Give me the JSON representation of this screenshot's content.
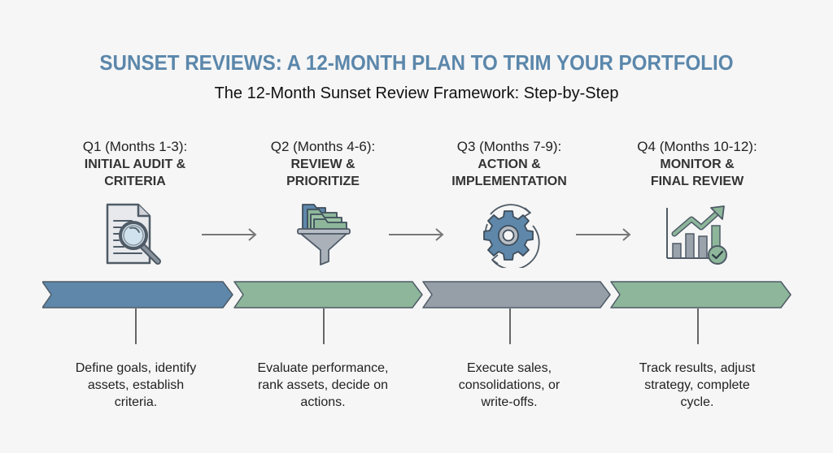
{
  "title": "SUNSET REVIEWS: A 12-MONTH PLAN TO TRIM YOUR PORTFOLIO",
  "subtitle": "The 12-Month Sunset Review Framework: Step-by-Step",
  "colors": {
    "title": "#5b87ab",
    "blue": "#5e87aa",
    "green": "#8db69a",
    "gray": "#969ea8",
    "outline": "#4f5b66"
  },
  "phases": [
    {
      "quarter": "Q1 (Months 1-3):",
      "title_line1": "INITIAL AUDIT &",
      "title_line2": "CRITERIA",
      "icon": "document-magnifier-icon",
      "band_color": "blue",
      "desc_line1": "Define goals, identify",
      "desc_line2": "assets, establish",
      "desc_line3": "criteria."
    },
    {
      "quarter": "Q2 (Months 4-6):",
      "title_line1": "REVIEW &",
      "title_line2": "PRIORITIZE",
      "icon": "folders-funnel-icon",
      "band_color": "green",
      "desc_line1": "Evaluate performance,",
      "desc_line2": "rank assets, decide on",
      "desc_line3": "actions."
    },
    {
      "quarter": "Q3 (Months 7-9):",
      "title_line1": "ACTION &",
      "title_line2": "IMPLEMENTATION",
      "icon": "gear-cycle-icon",
      "band_color": "gray",
      "desc_line1": "Execute sales,",
      "desc_line2": "consolidations, or",
      "desc_line3": "write-offs."
    },
    {
      "quarter": "Q4 (Months 10-12):",
      "title_line1": "MONITOR &",
      "title_line2": "FINAL REVIEW",
      "icon": "growth-chart-check-icon",
      "band_color": "green",
      "desc_line1": "Track results, adjust",
      "desc_line2": "strategy, complete",
      "desc_line3": "cycle."
    }
  ]
}
